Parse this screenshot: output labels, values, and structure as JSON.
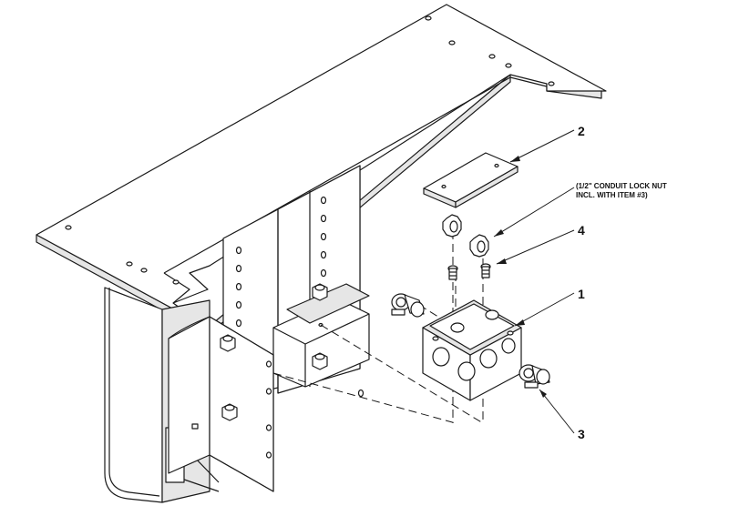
{
  "callouts": {
    "item1": "1",
    "item2": "2",
    "item3": "3",
    "item4": "4"
  },
  "note": {
    "line1": "(1/2\" CONDUIT LOCK NUT",
    "line2": "INCL. WITH ITEM #3)"
  },
  "colors": {
    "line": "#1a1a1a",
    "face": "#ffffff",
    "shade": "#e6e6e6"
  }
}
